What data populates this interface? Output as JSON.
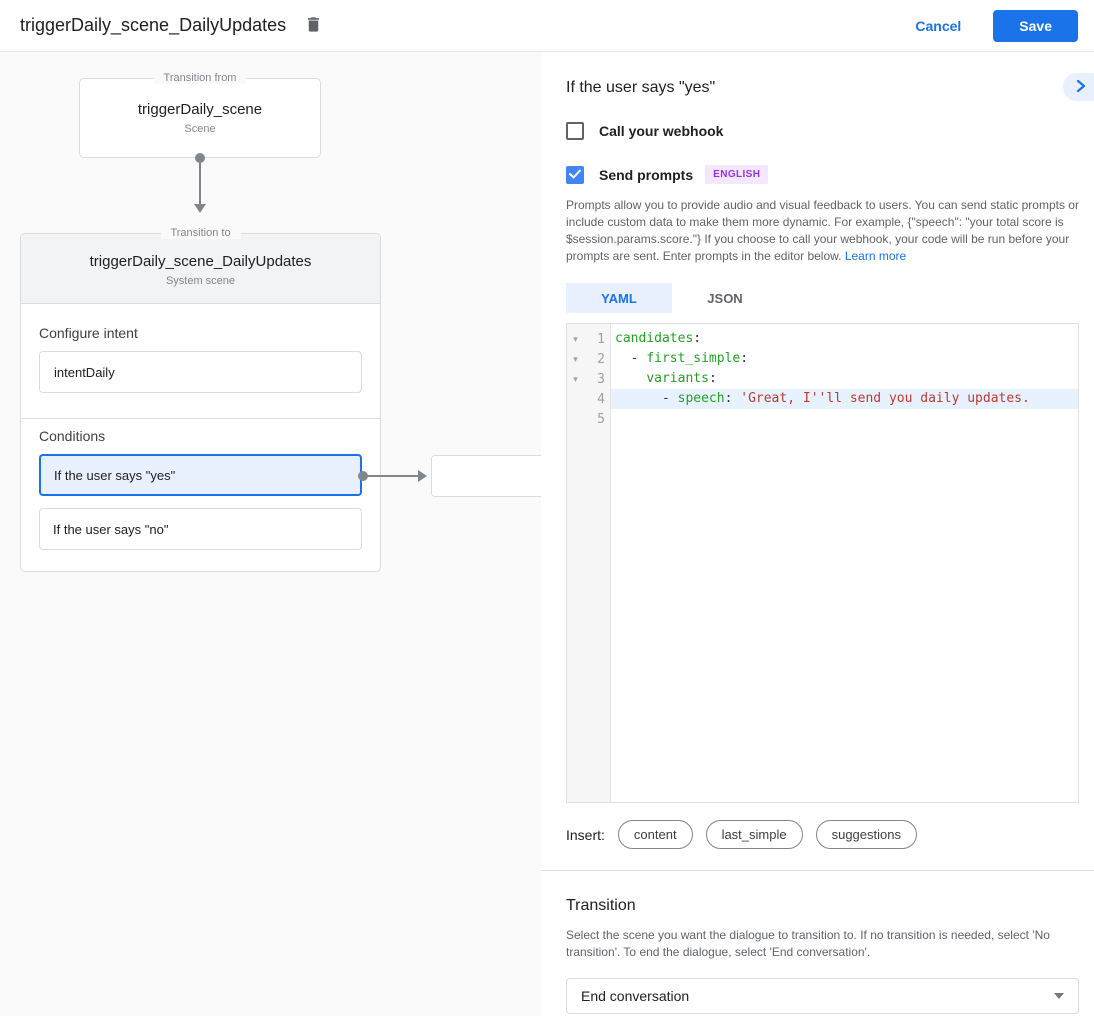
{
  "topbar": {
    "title": "triggerDaily_scene_DailyUpdates",
    "cancel_label": "Cancel",
    "save_label": "Save"
  },
  "diagram": {
    "from_box": {
      "legend": "Transition from",
      "title": "triggerDaily_scene",
      "subtitle": "Scene"
    },
    "to_box": {
      "legend": "Transition to",
      "title": "triggerDaily_scene_DailyUpdates",
      "subtitle": "System scene",
      "configure_intent_label": "Configure intent",
      "intent_value": "intentDaily",
      "conditions_label": "Conditions",
      "conditions": [
        {
          "label": "If the user says \"yes\"",
          "selected": true
        },
        {
          "label": "If the user says \"no\"",
          "selected": false
        }
      ]
    }
  },
  "panel": {
    "title": "If the user says \"yes\"",
    "webhook_checkbox_label": "Call your webhook",
    "prompts_checkbox_label": "Send prompts",
    "language_badge": "ENGLISH",
    "description": "Prompts allow you to provide audio and visual feedback to users. You can send static prompts or include custom data to make them more dynamic. For example, {\"speech\": \"your total score is $session.params.score.\"} If you choose to call your webhook, your code will be run before your prompts are sent. Enter prompts in the editor below. ",
    "learn_more_label": "Learn more",
    "tabs": [
      {
        "label": "YAML",
        "active": true
      },
      {
        "label": "JSON",
        "active": false
      }
    ],
    "editor": {
      "lines": [
        {
          "num": "1",
          "fold": true,
          "highlight": false,
          "segments": [
            {
              "t": "candidates",
              "c": "key"
            },
            {
              "t": ":",
              "c": "plain"
            }
          ]
        },
        {
          "num": "2",
          "fold": true,
          "highlight": false,
          "segments": [
            {
              "t": "  - ",
              "c": "plain"
            },
            {
              "t": "first_simple",
              "c": "key"
            },
            {
              "t": ":",
              "c": "plain"
            }
          ]
        },
        {
          "num": "3",
          "fold": true,
          "highlight": false,
          "segments": [
            {
              "t": "    ",
              "c": "plain"
            },
            {
              "t": "variants",
              "c": "key"
            },
            {
              "t": ":",
              "c": "plain"
            }
          ]
        },
        {
          "num": "4",
          "fold": false,
          "highlight": true,
          "segments": [
            {
              "t": "      - ",
              "c": "plain"
            },
            {
              "t": "speech",
              "c": "key"
            },
            {
              "t": ": ",
              "c": "plain"
            },
            {
              "t": "'Great, I''ll send you daily updates.",
              "c": "string"
            }
          ]
        },
        {
          "num": "5",
          "fold": false,
          "highlight": false,
          "segments": []
        }
      ]
    },
    "insert_label": "Insert:",
    "insert_chips": [
      "content",
      "last_simple",
      "suggestions"
    ],
    "transition": {
      "title": "Transition",
      "description": "Select the scene you want the dialogue to transition to. If no transition is needed, select 'No transition'. To end the dialogue, select 'End conversation'.",
      "dropdown_value": "End conversation"
    }
  }
}
